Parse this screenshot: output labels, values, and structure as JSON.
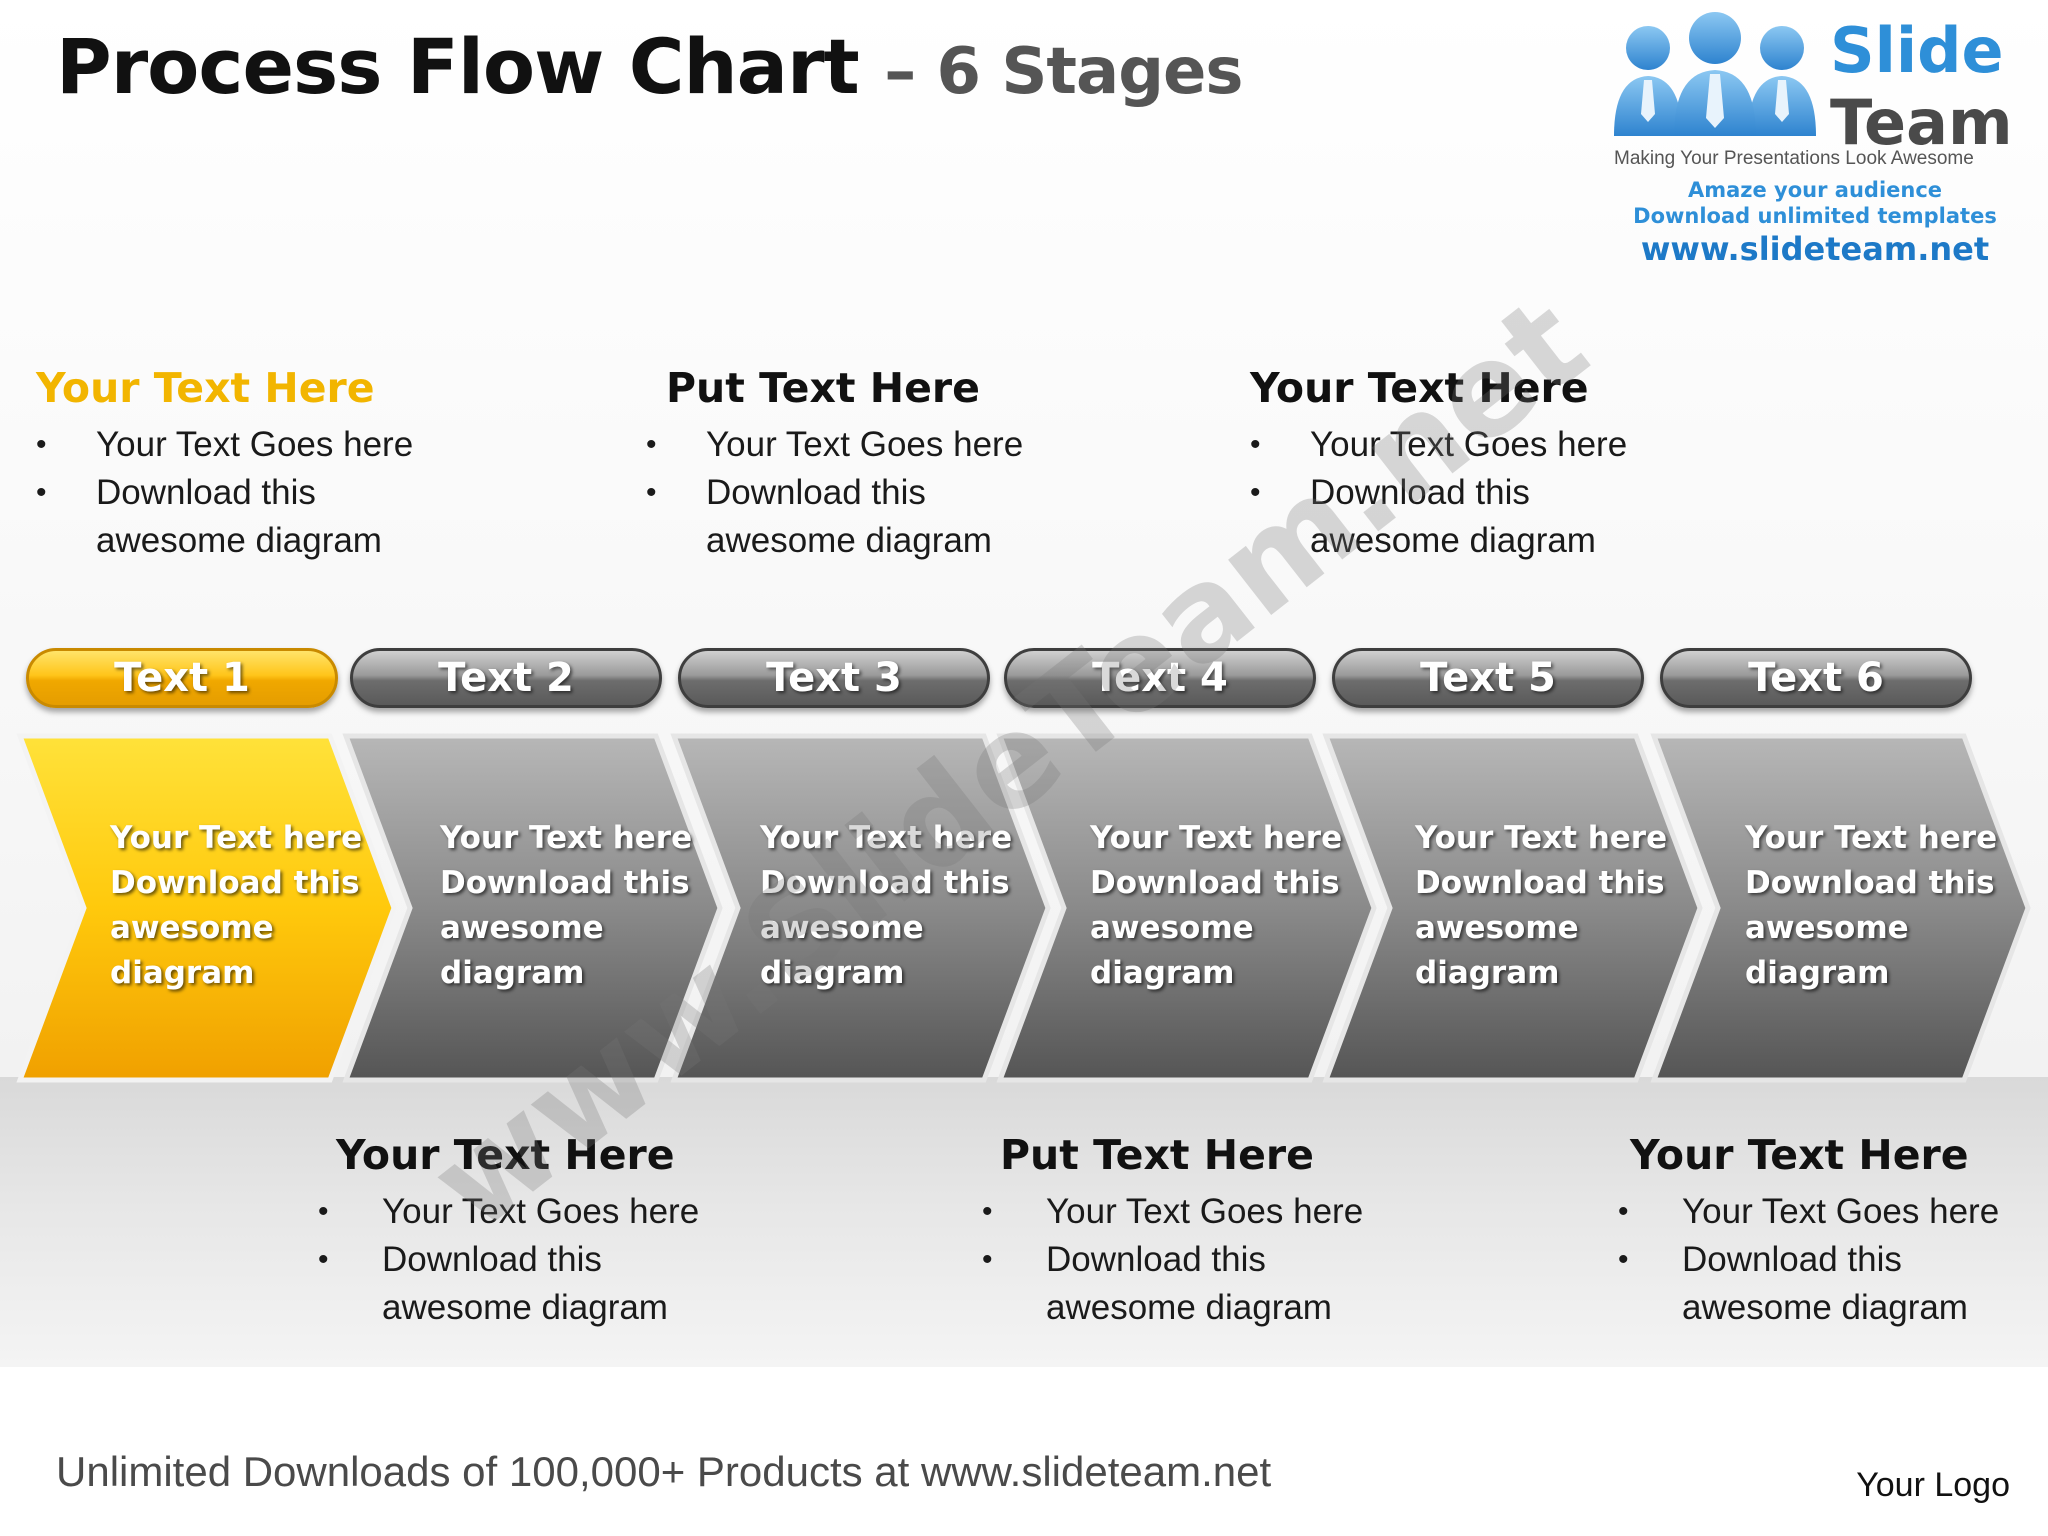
{
  "title": {
    "main": "Process Flow Chart",
    "sub": "– 6 Stages"
  },
  "logo": {
    "brand_line1": "Slide",
    "brand_line2": "Team",
    "tagline": "Making Your Presentations Look Awesome",
    "line1": "Amaze your audience",
    "line2": "Download unlimited templates",
    "url": "www.slideteam.net"
  },
  "colors": {
    "active": "#f0a800",
    "inactive": "#6d6d6d",
    "heading_accent": "#f2b500",
    "logo_blue": "#2e8fd8"
  },
  "top_blocks": [
    {
      "heading": "Your Text Here",
      "bullets": [
        "Your Text Goes here",
        "Download this awesome diagram"
      ]
    },
    {
      "heading": "Put Text Here",
      "bullets": [
        "Your Text Goes here",
        "Download this awesome diagram"
      ]
    },
    {
      "heading": "Your Text Here",
      "bullets": [
        "Your Text Goes here",
        "Download this awesome diagram"
      ]
    }
  ],
  "stages": [
    {
      "label": "Text 1",
      "lines": [
        "Your Text here",
        "Download this",
        "awesome",
        "diagram"
      ]
    },
    {
      "label": "Text 2",
      "lines": [
        "Your Text here",
        "Download this",
        "awesome",
        "diagram"
      ]
    },
    {
      "label": "Text 3",
      "lines": [
        "Your Text here",
        "Download this",
        "awesome",
        "diagram"
      ]
    },
    {
      "label": "Text 4",
      "lines": [
        "Your Text here",
        "Download this",
        "awesome",
        "diagram"
      ]
    },
    {
      "label": "Text 5",
      "lines": [
        "Your Text here",
        "Download this",
        "awesome",
        "diagram"
      ]
    },
    {
      "label": "Text 6",
      "lines": [
        "Your Text here",
        "Download this",
        "awesome",
        "diagram"
      ]
    }
  ],
  "bottom_blocks": [
    {
      "heading": "Your Text Here",
      "bullets": [
        "Your Text Goes here",
        "Download this awesome diagram"
      ]
    },
    {
      "heading": "Put Text Here",
      "bullets": [
        "Your Text Goes here",
        "Download this awesome diagram"
      ]
    },
    {
      "heading": "Your Text Here",
      "bullets": [
        "Your Text Goes here",
        "Download this awesome diagram"
      ]
    }
  ],
  "watermark": "www.SlideTeam.net",
  "footer": "Unlimited Downloads of 100,000+ Products at www.slideteam.net",
  "your_logo": "Your Logo"
}
